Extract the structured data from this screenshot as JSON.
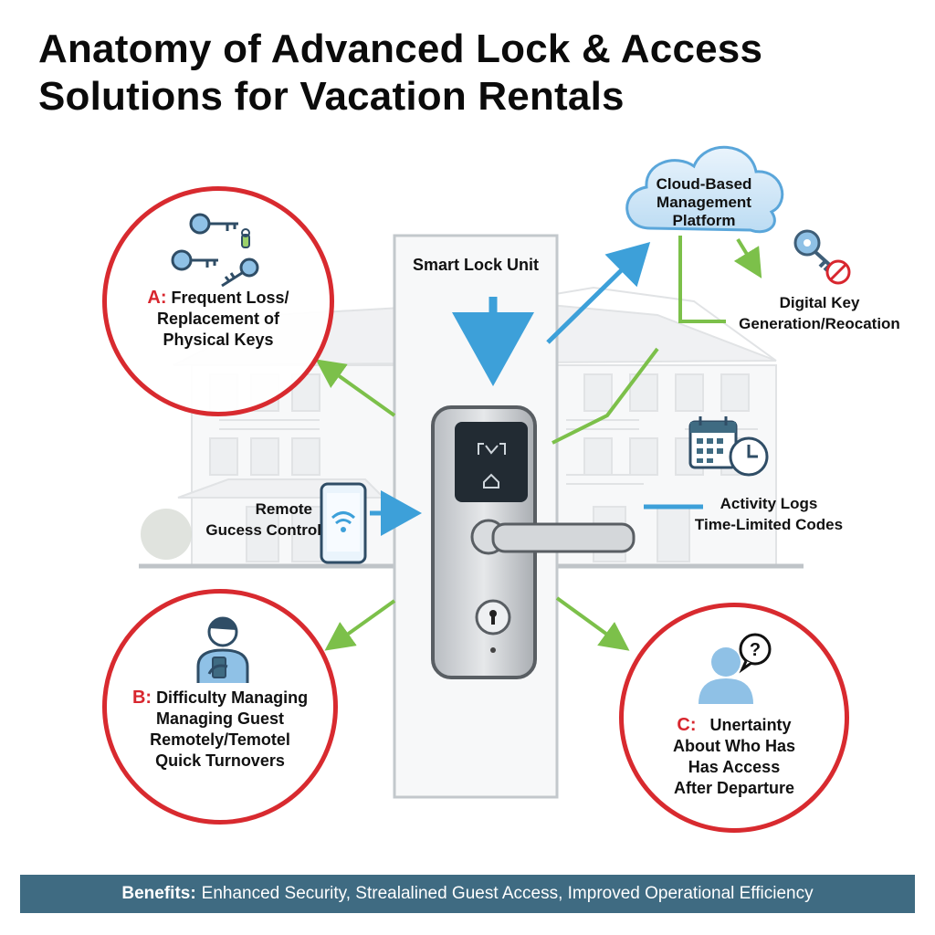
{
  "title": {
    "line1": "Anatomy of Advanced Lock & Access",
    "line2": "Solutions for Vacation Rentals"
  },
  "center": {
    "label": "Smart Lock Unit"
  },
  "cloud": {
    "line1": "Cloud-Based",
    "line2": "Management",
    "line3": "Platform"
  },
  "digital_key": {
    "line1": "Digital Key",
    "line2": "Generation/Reocation"
  },
  "activity": {
    "line1": "Activity Logs",
    "line2": "Time-Limited Codes"
  },
  "remote": {
    "line1": "Remote",
    "line2": "Gucess Control"
  },
  "problems": {
    "a": {
      "letter": "A:",
      "line1": "Frequent Loss/",
      "line2": "Replacement of",
      "line3": "Physical Keys"
    },
    "b": {
      "letter": "B:",
      "line1": "Difficulty Managing",
      "line2": "Managing Guest",
      "line3": "Remotely/Temotel",
      "line4": "Quick Turnovers"
    },
    "c": {
      "letter": "C:",
      "line1": "Unertainty",
      "line2": "About Who Has",
      "line3": "Has Access",
      "line4": "After Departure"
    }
  },
  "banner": {
    "label": "Benefits:",
    "text": "Enhanced Security, Strealalined Guest Access, Improved Operational Efficiency"
  },
  "colors": {
    "problem_ring": "#d82a2f",
    "benefit_banner": "#3f6b82",
    "blue_arrow": "#3da0d9",
    "green_arrow": "#7cc04a"
  },
  "icons": [
    "keys-icon",
    "cloud-icon",
    "revoked-key-icon",
    "calendar-clock-icon",
    "smartphone-wifi-icon",
    "person-phone-icon",
    "person-question-icon",
    "keypad-icon",
    "keyhole-icon"
  ]
}
